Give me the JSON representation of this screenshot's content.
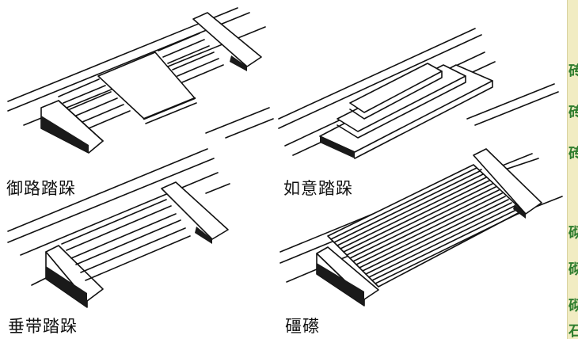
{
  "figures": [
    {
      "id": "yulu",
      "caption": "御路踏跺"
    },
    {
      "id": "ruyi",
      "caption": "如意踏跺"
    },
    {
      "id": "chuidai",
      "caption": "垂带踏跺"
    },
    {
      "id": "jiangca",
      "caption": "礓礤"
    }
  ],
  "edge_strip": {
    "glyphs": [
      "砖",
      "砖",
      "砖",
      "砌",
      "砌",
      "砌",
      "石"
    ],
    "color": "#2e7d2e",
    "background": "#f1ecc2"
  }
}
